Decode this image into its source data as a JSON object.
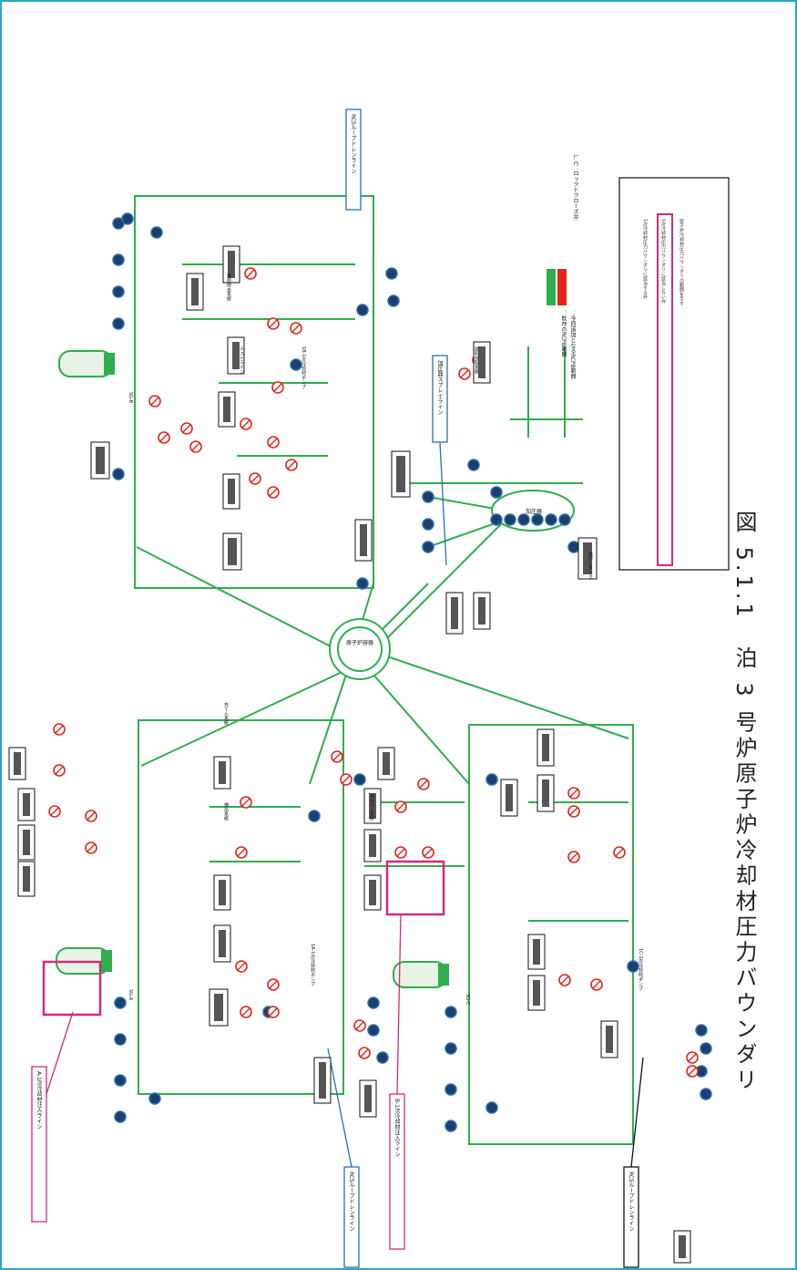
{
  "caption": "図 5.1.1　泊 3 号炉原子炉冷却材圧力バウンダリ",
  "center": {
    "label": "原子炉容器"
  },
  "loops": [
    {
      "id": "A",
      "sg": "SG-A",
      "pump": "1A-1次冷却材ポンプ",
      "boundary_callout": "A-1次冷却材注入ライン",
      "rcs_callout": "RCSループドレンライン"
    },
    {
      "id": "B",
      "sg": "SG-B",
      "pump": "1B-1次冷却材ポンプ",
      "boundary_callout": "RCSループドレンライン"
    },
    {
      "id": "C",
      "sg": "SG-C",
      "pump": "1C-1次冷却材ポンプ",
      "boundary_callout": "B-1次冷却材注入ライン",
      "rcs_callout": "RCSループドレンライン"
    }
  ],
  "pressurizer": {
    "label": "加圧器"
  },
  "misc_labels": [
    "テストライン",
    "余熱除去系統",
    "充てん系統",
    "抽出系統",
    "安全注入系統",
    "加圧器スプレイライン",
    "試料採取系統",
    "逃がしタンク"
  ],
  "legend": {
    "lc_label": "L. C：ロックドクローズ弁",
    "green_label": "：既存のRCPB範囲",
    "red_label": "：今回追加となるRCPB範囲",
    "notes": [
      "1次冷却材圧力バウンダリに該当する弁",
      "1次冷却材圧力バウンダリに該当しない弁",
      "原子炉冷却材圧力バウンダリの範囲を示す"
    ]
  },
  "colors": {
    "pipe": "#2fae4e",
    "callout_magenta": "#d6287d",
    "callout_blue": "#2a6fb0",
    "red_valve": "#e0261c",
    "blue_valve": "#2a6fb0",
    "frame": "#29a9c3"
  }
}
